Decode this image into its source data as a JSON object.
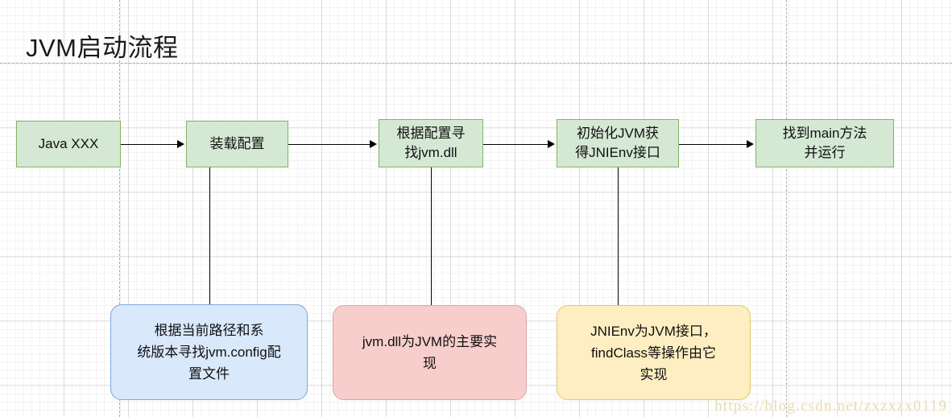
{
  "diagram": {
    "title": "JVM启动流程",
    "watermark": "https://blog.csdn.net/zxzxzx0119",
    "colors": {
      "process_fill": "#d5e8d4",
      "process_border": "#82b366",
      "note_blue_fill": "#dae8fc",
      "note_blue_border": "#7ea6d8",
      "note_red_fill": "#f8cecc",
      "note_red_border": "#d9a5a3",
      "note_yellow_fill": "#ffeec2",
      "note_yellow_border": "#e0c76a",
      "connector": "#000000",
      "canvas": "#ffffff"
    },
    "nodes": [
      {
        "id": "step1",
        "label": "Java XXX"
      },
      {
        "id": "step2",
        "label": "装载配置"
      },
      {
        "id": "step3",
        "label": "根据配置寻\n找jvm.dll"
      },
      {
        "id": "step4",
        "label": "初始化JVM获\n得JNIEnv接口"
      },
      {
        "id": "step5",
        "label": "找到main方法\n并运行"
      }
    ],
    "notes": [
      {
        "id": "note1",
        "label": "根据当前路径和系\n统版本寻找jvm.config配\n置文件"
      },
      {
        "id": "note2",
        "label": "jvm.dll为JVM的主要实\n现"
      },
      {
        "id": "note3",
        "label": "JNIEnv为JVM接口，\nfindClass等操作由它\n实现"
      }
    ]
  }
}
